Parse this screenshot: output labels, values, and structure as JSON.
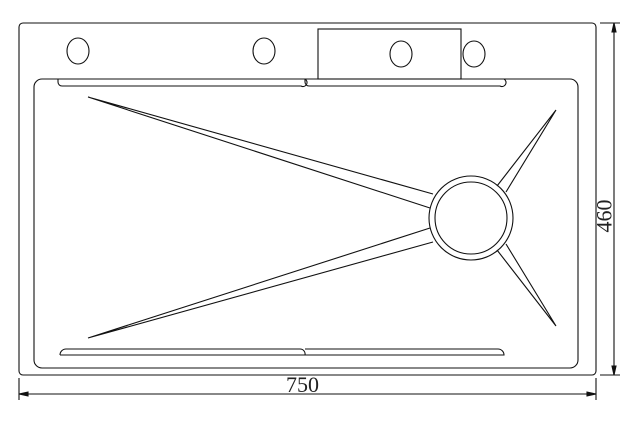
{
  "diagram": {
    "title": "Sink top view",
    "dimensions": {
      "width_label": "750",
      "height_label": "460"
    }
  }
}
